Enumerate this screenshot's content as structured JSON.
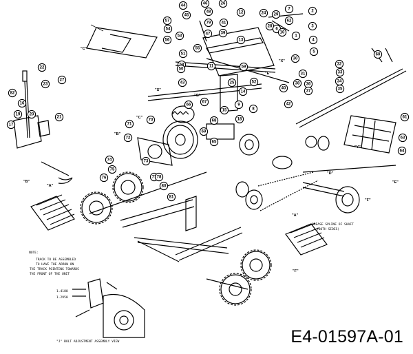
{
  "document_number": "E4-01597A-01",
  "note": {
    "title": "NOTE:",
    "lines": [
      "TRACK TO BE ASSEMBLED",
      "TO HAVE THE ARROW ON",
      "THE TRACK POINTING TOWARDS",
      "THE FRONT OF THE UNIT"
    ]
  },
  "spline_note": [
    "GREASE SPLINE OF SHAFT",
    "(BOTH SIDES)"
  ],
  "detail_view": {
    "caption": "\"J\" BOLT ADJUSTMENT ASSEMBLY VIEW",
    "dim1": "1.4180",
    "dim2": "1.2950"
  },
  "letters": [
    {
      "id": "c1",
      "text": "\"C\""
    },
    {
      "id": "c2",
      "text": "\"C\""
    },
    {
      "id": "s1",
      "text": "\"S\""
    },
    {
      "id": "g1",
      "text": "\"G\""
    },
    {
      "id": "e1",
      "text": "\"E\""
    },
    {
      "id": "b1",
      "text": "\"B\""
    },
    {
      "id": "b2",
      "text": "\"B\""
    },
    {
      "id": "a1",
      "text": "\"A\""
    },
    {
      "id": "d1",
      "text": "\"D\""
    },
    {
      "id": "e2",
      "text": "\"E\""
    },
    {
      "id": "f1",
      "text": "\"F\""
    },
    {
      "id": "x1",
      "text": "\"X\""
    },
    {
      "id": "f2",
      "text": "\"F\""
    },
    {
      "id": "y1",
      "text": "\"Y\""
    },
    {
      "id": "a2",
      "text": "\"A\""
    }
  ],
  "callouts": [
    "44",
    "45",
    "57",
    "54",
    "56",
    "53",
    "55",
    "58",
    "51",
    "50",
    "43",
    "46",
    "48",
    "79",
    "47",
    "26",
    "41",
    "39",
    "11",
    "12",
    "13",
    "25",
    "14",
    "9",
    "15",
    "18",
    "8",
    "24",
    "28",
    "29",
    "6",
    "7",
    "62",
    "1",
    "2",
    "3",
    "4",
    "5",
    "10",
    "30",
    "31",
    "32",
    "33",
    "34",
    "35",
    "36",
    "37",
    "38",
    "40",
    "42",
    "52",
    "59",
    "60",
    "61",
    "63",
    "64",
    "65",
    "66",
    "67",
    "68",
    "69",
    "70",
    "71",
    "72",
    "73",
    "74",
    "75",
    "76",
    "77",
    "78",
    "80",
    "81",
    "82",
    "16",
    "17",
    "19",
    "20",
    "21",
    "22",
    "23",
    "27"
  ]
}
